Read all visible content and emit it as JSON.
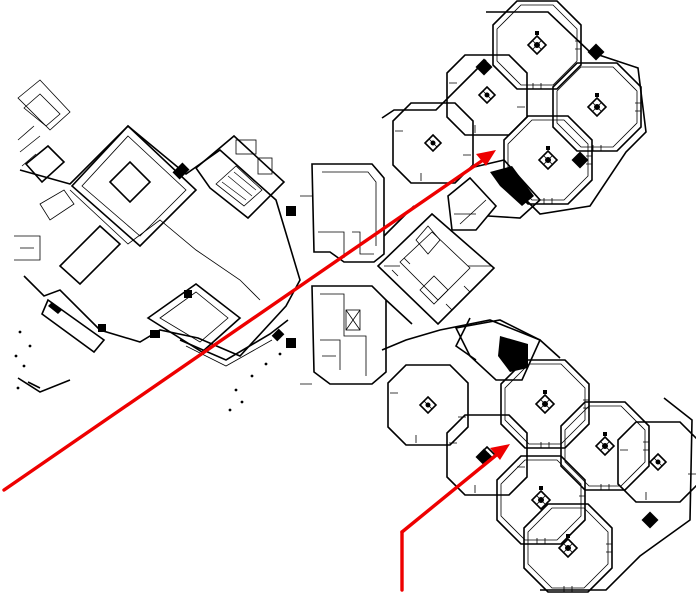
{
  "drawing": {
    "background": "#ffffff",
    "line_color": "#000000",
    "arrow_color": "#ee0000",
    "wings": [
      "upper-pod-cluster",
      "lower-pod-cluster",
      "main-building",
      "connector-hub"
    ],
    "annotation_arrows": [
      {
        "name": "arrow-to-upper-pods",
        "points_to": "upper-pod-cluster"
      },
      {
        "name": "arrow-to-lower-pods",
        "points_to": "lower-pod-cluster"
      }
    ]
  }
}
